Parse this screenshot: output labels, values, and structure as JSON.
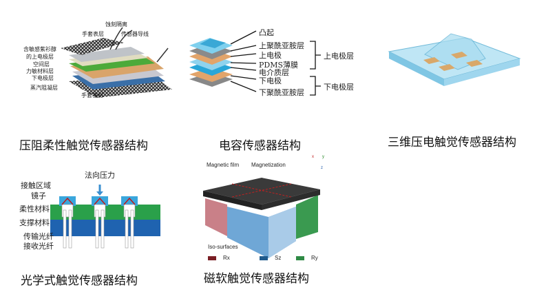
{
  "panels": [
    {
      "caption": "压阻柔性触觉传感器结构",
      "labels": [
        "蚀刻隔离",
        "手套表层",
        "传感器导线",
        "含敏感紫衫醇",
        "的上电极层",
        "空间层",
        "力敏材料层",
        "下电极层",
        "蒸汽阻凝层",
        "手套基材"
      ]
    },
    {
      "caption": "电容传感器结构",
      "labels": [
        "凸起",
        "上聚酰亚胺层",
        "上电极",
        "PDMS薄膜",
        "电介质层",
        "下电极",
        "下聚酰亚胺层"
      ],
      "groups": [
        "上电极层",
        "下电极层"
      ]
    },
    {
      "caption": "三维压电触觉传感器结构"
    },
    {
      "caption": "光学式触觉传感器结构",
      "force_label": "法向压力",
      "labels": [
        "接触区域",
        "镜子",
        "柔性材料",
        "支撑材料",
        "传输光纤",
        "接收光纤"
      ]
    },
    {
      "caption": "磁软触觉传感器结构",
      "labels": [
        "Magnetic film",
        "Magnetization",
        "Iso-surfaces"
      ],
      "axes": [
        "x",
        "y",
        "z"
      ],
      "legend": [
        {
          "name": "Rx",
          "color": "#7a1e24"
        },
        {
          "name": "Sz",
          "color": "#1f5a8c"
        },
        {
          "name": "Ry",
          "color": "#2f8a45"
        }
      ]
    }
  ]
}
